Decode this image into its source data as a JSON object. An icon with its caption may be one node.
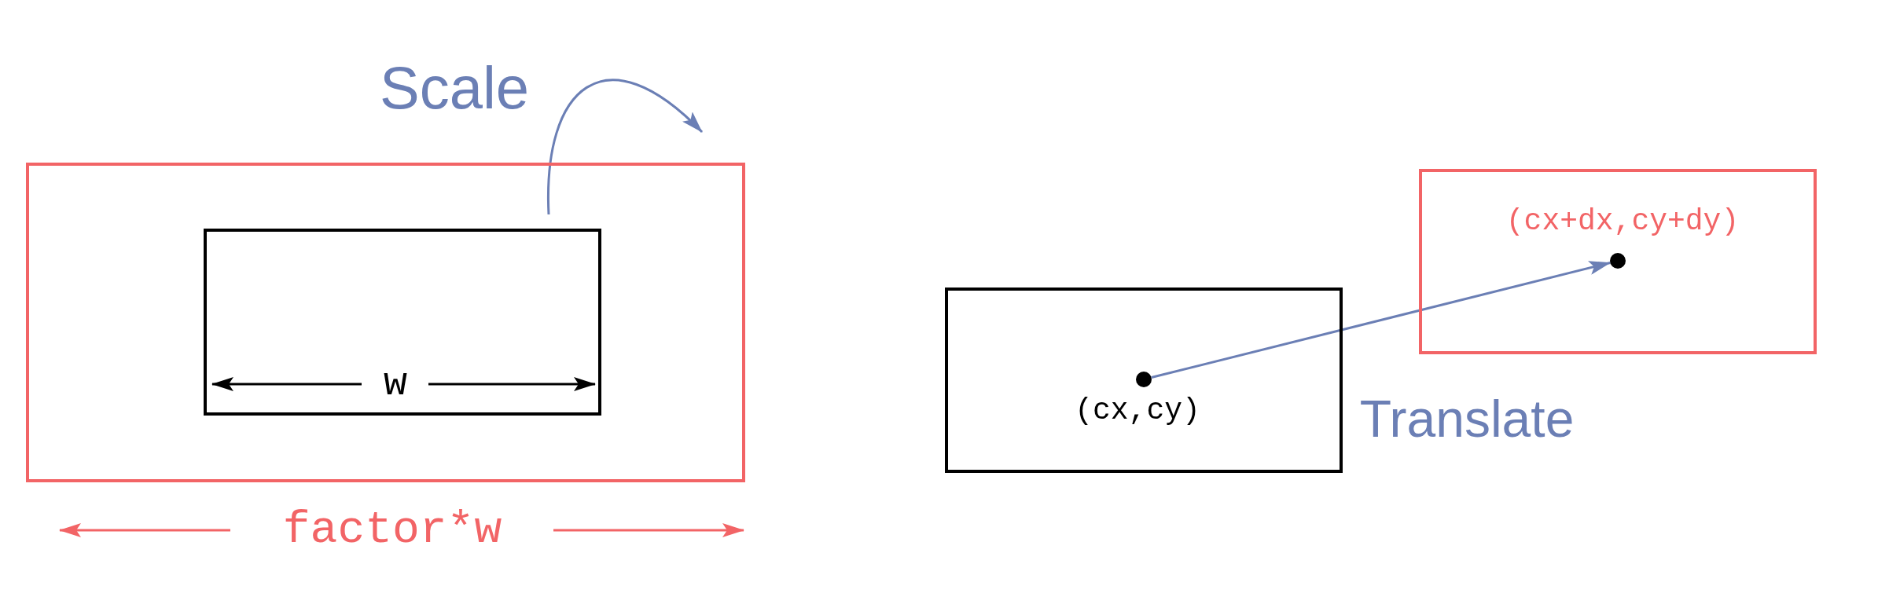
{
  "diagram": {
    "nodes": [
      {
        "text": [],
        "shape": "box"
      },
      {
        "text": [],
        "shape": "box",
        "in": 0
      },
      {
        "text": [],
        "shape": "box"
      },
      {
        "text": [],
        "shape": "circle",
        "in": 2,
        "beside": [
          "(cx,cy)"
        ]
      },
      {
        "text": [],
        "shape": "box"
      },
      {
        "text": [],
        "shape": "circle",
        "in": 4,
        "beside": [
          "(cx+dx,cy+dy)"
        ]
      }
    ],
    "edges": [
      {
        "from": 3,
        "to": 5,
        "arrow": "to",
        "color": "#6b7fb5"
      }
    ],
    "labels": [
      "Scale",
      "w",
      "Translate",
      "factor*w"
    ]
  }
}
